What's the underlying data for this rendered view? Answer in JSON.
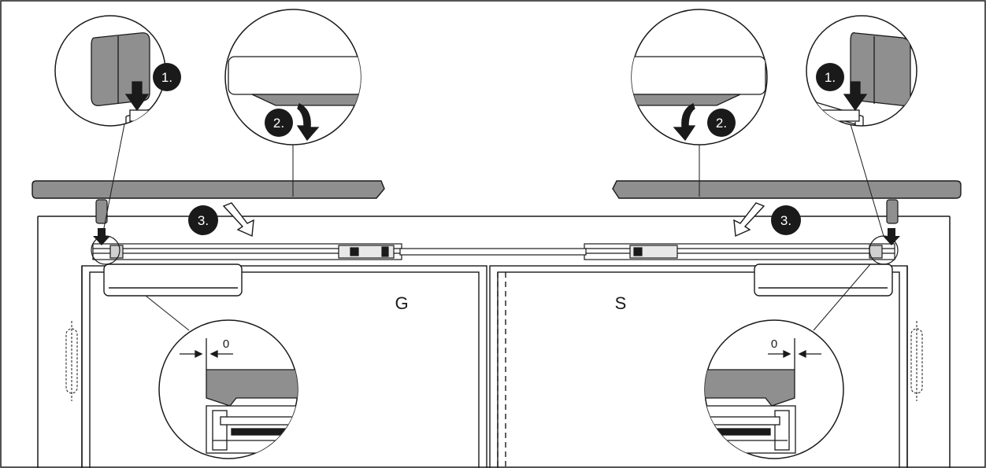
{
  "steps": {
    "step1": "1.",
    "step2": "2.",
    "step3": "3."
  },
  "leaves": {
    "left": "G",
    "right": "S"
  },
  "dimension": "0",
  "colors": {
    "line": "#1a1a1a",
    "cover_gray": "#8f8f8f",
    "marker": "#1a1a1a",
    "marker_text": "#ffffff"
  },
  "icons": [
    "arrow-down-icon",
    "curved-arrow-icon",
    "diagonal-arrow-icon"
  ]
}
